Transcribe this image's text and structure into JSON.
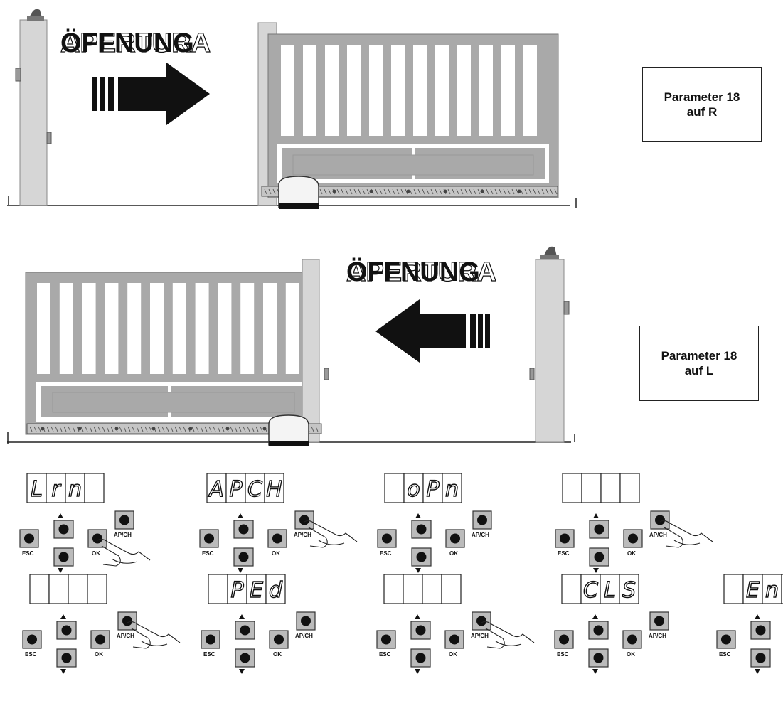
{
  "scene_r": {
    "label": "ÖFFNUNG",
    "label_overprint": "APERTURA",
    "param_line1": "Parameter 18",
    "param_line2": "auf R"
  },
  "scene_l": {
    "label": "ÖFFNUNG",
    "label_overprint": "APERTURA",
    "param_line1": "Parameter 18",
    "param_line2": "auf L"
  },
  "keypad": {
    "esc": "ESC",
    "ok": "OK",
    "apch": "AP/CH"
  },
  "steps": [
    {
      "display": [
        "L",
        "r",
        "n",
        ""
      ],
      "press": "ok"
    },
    {
      "display": [
        "A",
        "P",
        "C",
        "H"
      ],
      "press": "apch"
    },
    {
      "display": [
        "",
        "o",
        "P",
        "n"
      ],
      "press": ""
    },
    {
      "display": [
        "",
        "",
        "",
        ""
      ],
      "press": "apch"
    },
    {
      "display": [
        "",
        "",
        "",
        ""
      ],
      "press": "apch"
    },
    {
      "display": [
        "",
        "P",
        "E",
        "d"
      ],
      "press": ""
    },
    {
      "display": [
        "",
        "",
        "",
        ""
      ],
      "press": "apch"
    },
    {
      "display": [
        "",
        "C",
        "L",
        "S"
      ],
      "press": ""
    },
    {
      "display": [
        "",
        "E",
        "n",
        ""
      ],
      "press": ""
    }
  ],
  "colors": {
    "gate_fill": "#a9a9a9",
    "post_fill": "#d6d6d6",
    "arrow": "#111111",
    "line": "#222222"
  }
}
